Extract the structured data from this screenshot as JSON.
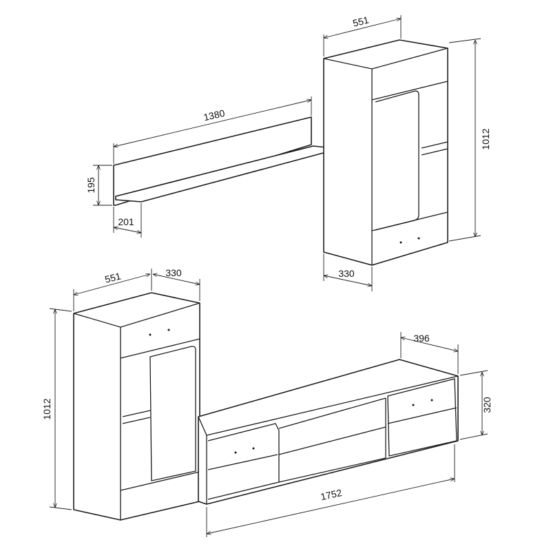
{
  "shelf": {
    "length": "1380",
    "height": "195",
    "depth": "201"
  },
  "wall_cabinet": {
    "width": "551",
    "height": "1012",
    "depth": "330"
  },
  "floor_cabinet": {
    "width": "551",
    "depth": "330",
    "height": "1012"
  },
  "tv_stand": {
    "depth": "396",
    "height": "320",
    "length": "1752"
  },
  "colors": {
    "line": "#1a1a1a",
    "background": "#ffffff"
  }
}
